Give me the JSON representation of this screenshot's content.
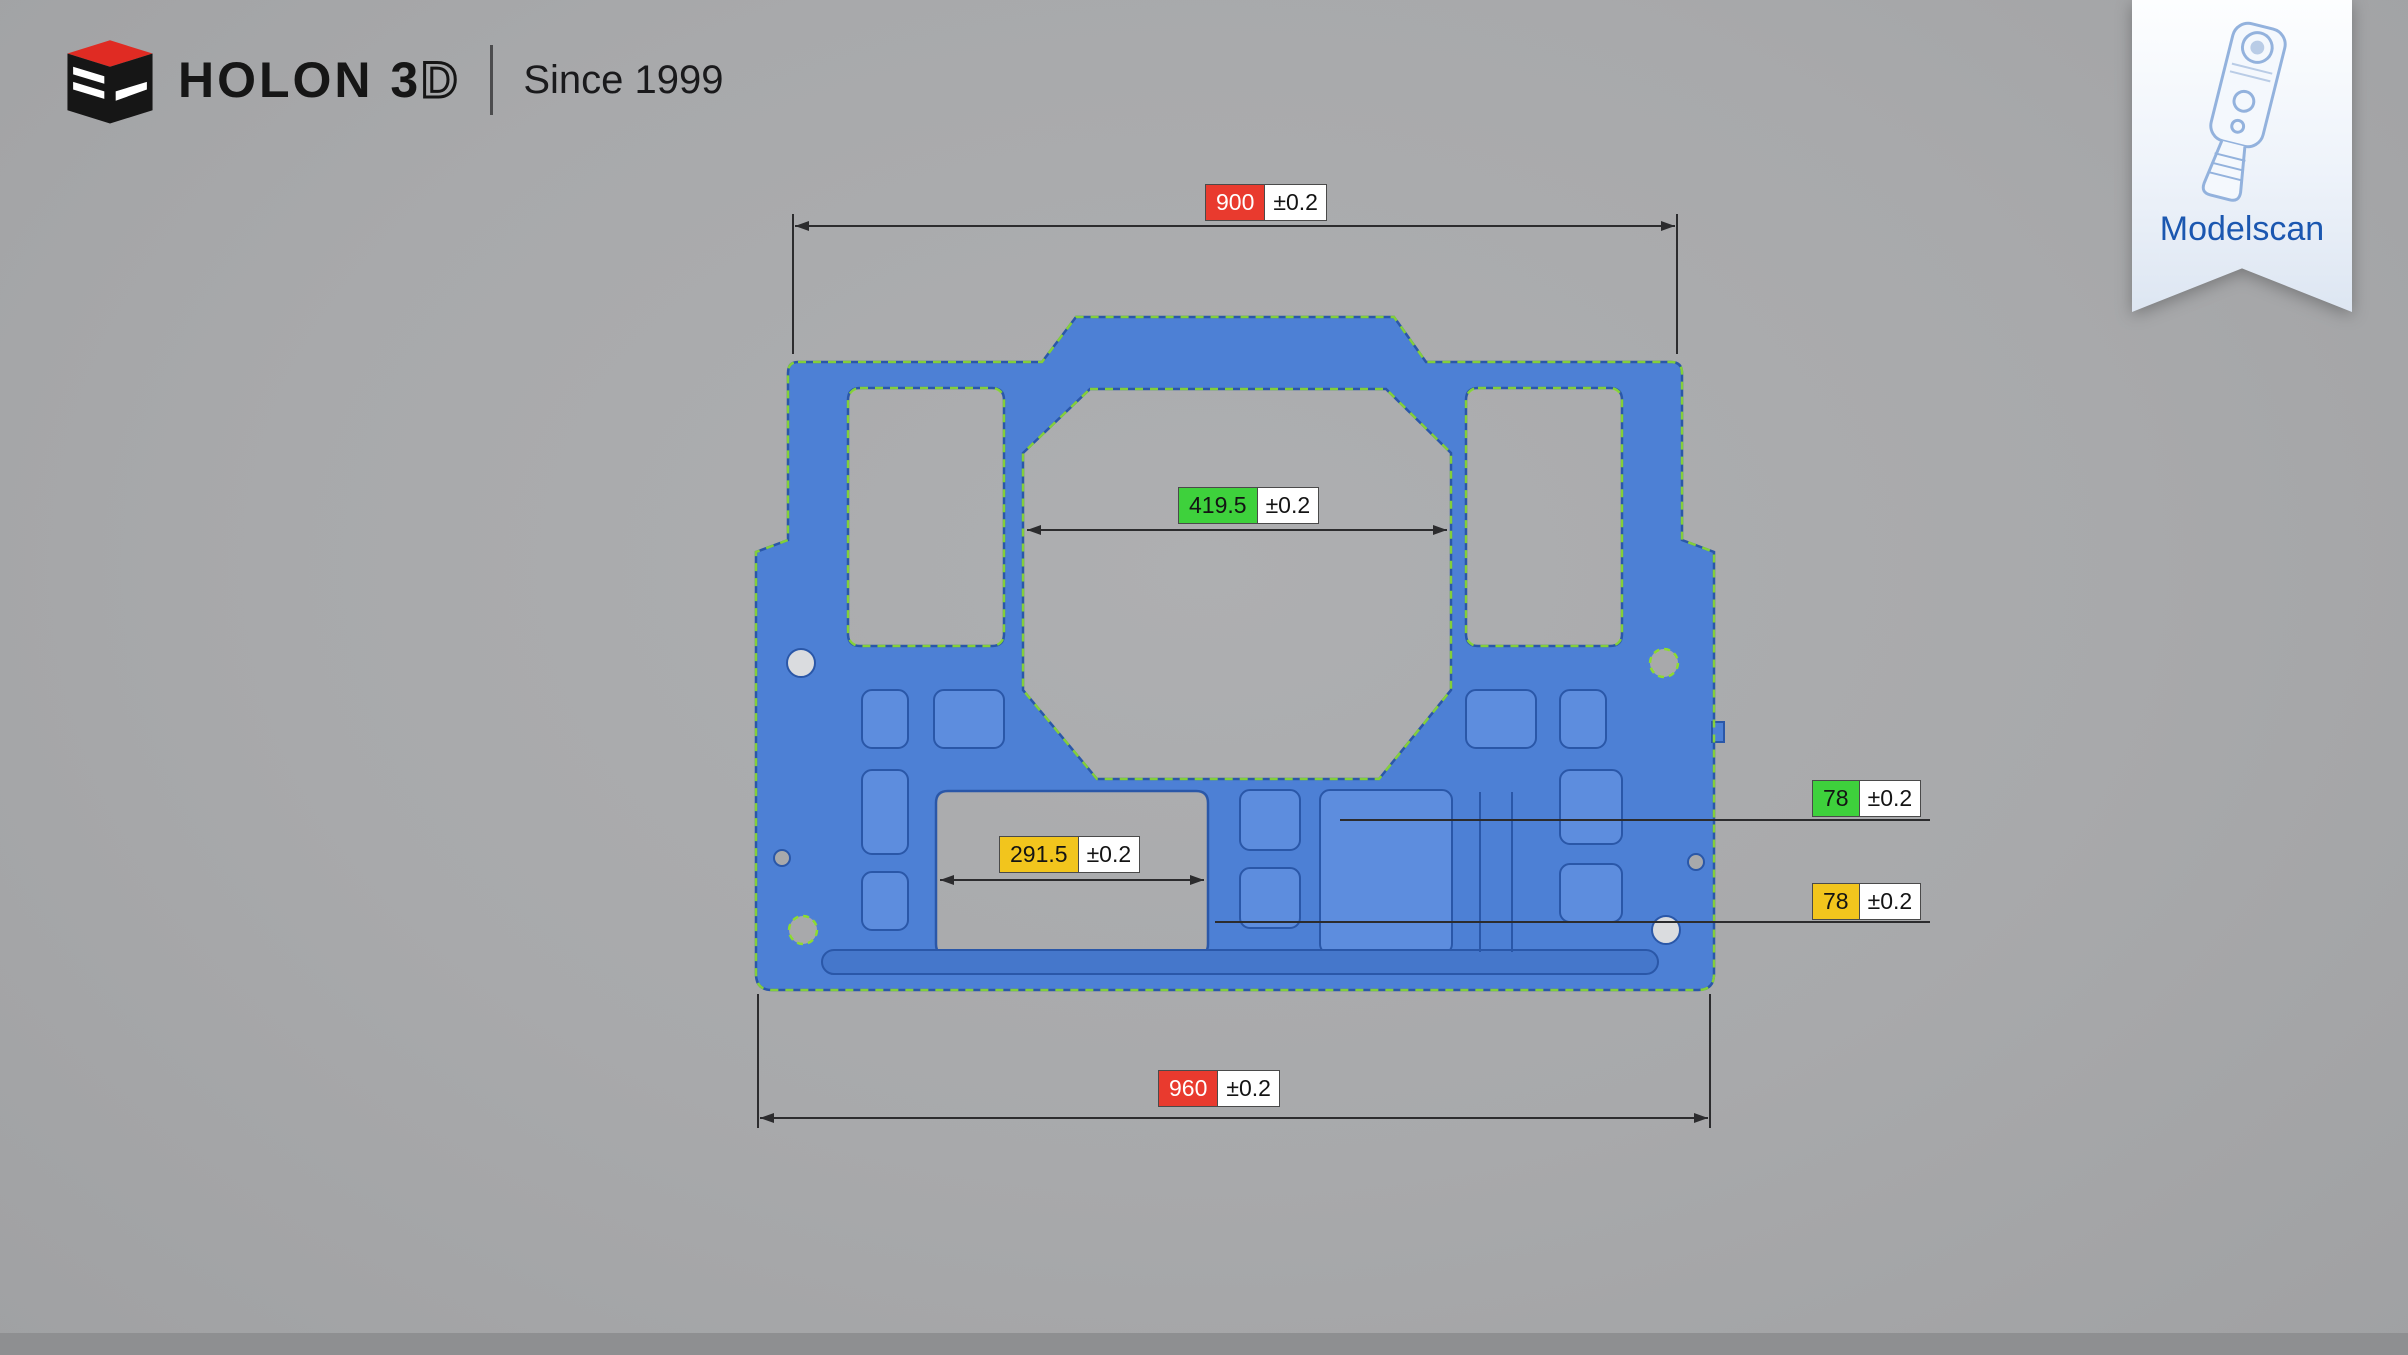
{
  "branding": {
    "logo_main": "HOLON 3",
    "logo_outline": "D",
    "tagline": "Since 1999"
  },
  "ribbon": {
    "product": "Modelscan"
  },
  "colors": {
    "background": "#a8a9ab",
    "bottom_bar": "#8e8f91",
    "part_blue": "#4d80d5",
    "part_edge": "#2a57a8",
    "pocket_blue": "#5d8dde",
    "hole_white": "#dadcdf",
    "dash_green": "#8ddc2e",
    "dimension_line": "#2c2c2e",
    "status_red": "#e93a2e",
    "status_green": "#3ed13c",
    "status_yellow": "#f2c51d",
    "tolerance_bg": "#ffffff",
    "ribbon_text": "#1b57b0",
    "logo_red": "#e02b23",
    "logo_black": "#161616"
  },
  "measurements": [
    {
      "name": "overall-width-top",
      "value": "900",
      "tolerance": "±0.2",
      "status": "red"
    },
    {
      "name": "center-opening-width",
      "value": "419.5",
      "tolerance": "±0.2",
      "status": "green"
    },
    {
      "name": "lower-left-opening-width",
      "value": "291.5",
      "tolerance": "±0.2",
      "status": "yellow"
    },
    {
      "name": "right-feature-offset-upper",
      "value": "78",
      "tolerance": "±0.2",
      "status": "green"
    },
    {
      "name": "right-feature-offset-lower",
      "value": "78",
      "tolerance": "±0.2",
      "status": "yellow"
    },
    {
      "name": "overall-width-bottom",
      "value": "960",
      "tolerance": "±0.2",
      "status": "red"
    }
  ]
}
